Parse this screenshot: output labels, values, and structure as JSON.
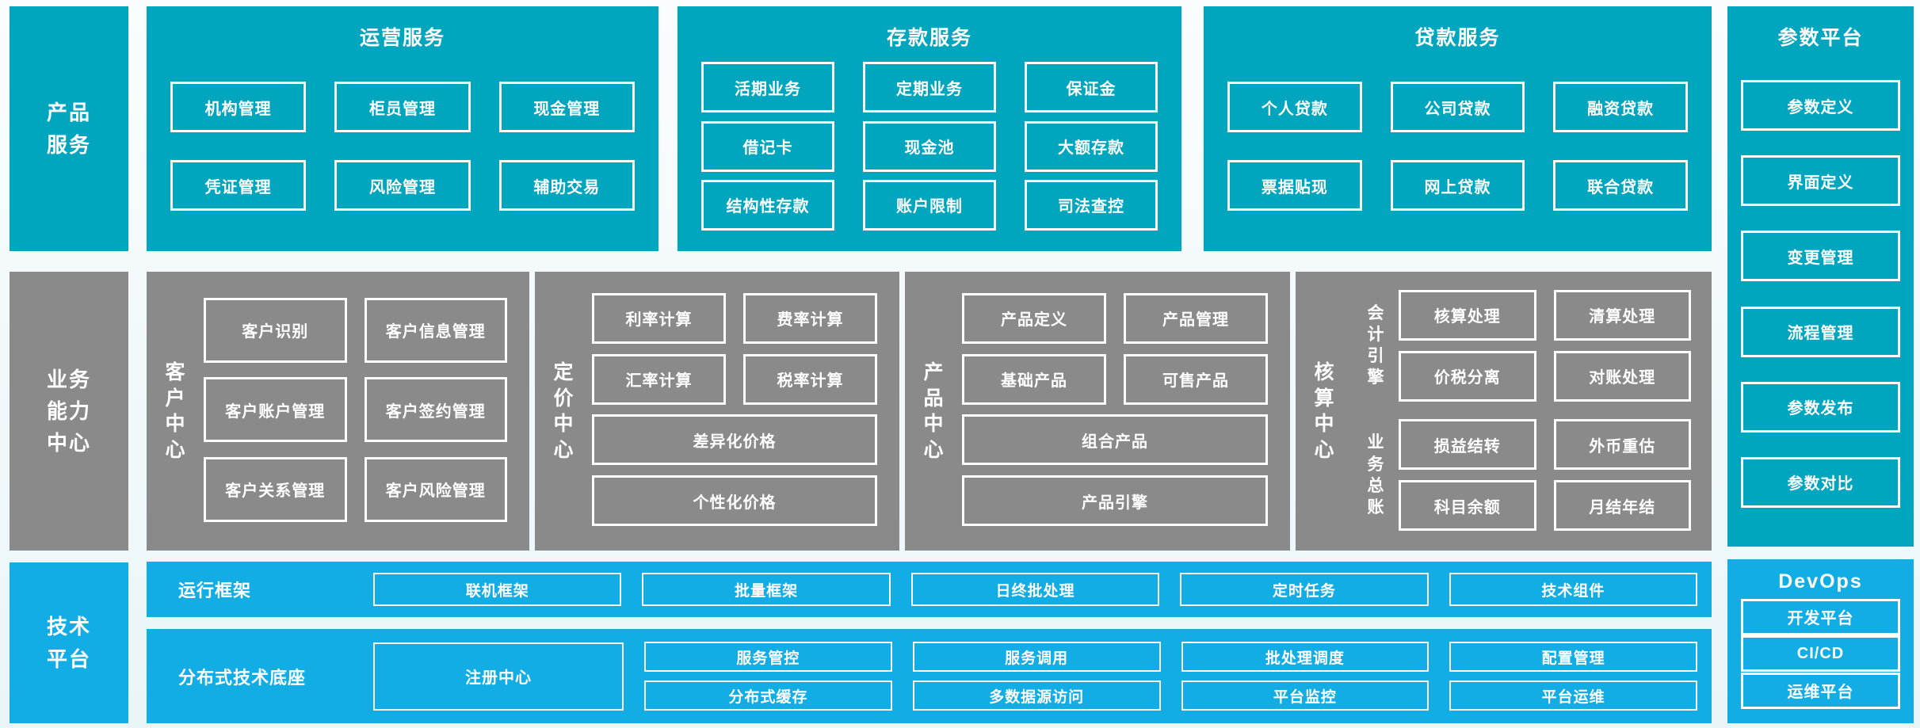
{
  "colors": {
    "teal": "#00a6be",
    "gray": "#8a8a8a",
    "blue": "#13ade6",
    "box_border": "#ffffff"
  },
  "left_rail": [
    {
      "id": "product-services",
      "lines": [
        "产品",
        "服务"
      ]
    },
    {
      "id": "business-capability-center",
      "lines": [
        "业务",
        "能力",
        "中心"
      ]
    },
    {
      "id": "technology-platform",
      "lines": [
        "技术",
        "平台"
      ]
    }
  ],
  "top_row": [
    {
      "id": "operations-services",
      "title": "运营服务",
      "rows": [
        [
          "机构管理",
          "柜员管理",
          "现金管理"
        ],
        [
          "凭证管理",
          "风险管理",
          "辅助交易"
        ]
      ]
    },
    {
      "id": "deposit-services",
      "title": "存款服务",
      "rows": [
        [
          "活期业务",
          "定期业务",
          "保证金"
        ],
        [
          "借记卡",
          "现金池",
          "大额存款"
        ],
        [
          "结构性存款",
          "账户限制",
          "司法查控"
        ]
      ]
    },
    {
      "id": "loan-services",
      "title": "贷款服务",
      "rows": [
        [
          "个人贷款",
          "公司贷款",
          "融资贷款"
        ],
        [
          "票据贴现",
          "网上贷款",
          "联合贷款"
        ]
      ]
    }
  ],
  "middle_row": [
    {
      "id": "customer-center",
      "title": "客户中心",
      "rows": [
        [
          "客户识别",
          "客户信息管理"
        ],
        [
          "客户账户管理",
          "客户签约管理"
        ],
        [
          "客户关系管理",
          "客户风险管理"
        ]
      ]
    },
    {
      "id": "pricing-center",
      "title": "定价中心",
      "rows": [
        [
          "利率计算",
          "费率计算"
        ],
        [
          "汇率计算",
          "税率计算"
        ],
        [
          "差异化价格"
        ],
        [
          "个性化价格"
        ]
      ]
    },
    {
      "id": "product-center",
      "title": "产品中心",
      "rows": [
        [
          "产品定义",
          "产品管理"
        ],
        [
          "基础产品",
          "可售产品"
        ],
        [
          "组合产品"
        ],
        [
          "产品引擎"
        ]
      ]
    },
    {
      "id": "accounting-center",
      "title": "核算中心",
      "groups": [
        {
          "label": "会计引擎",
          "rows": [
            [
              "核算处理",
              "清算处理"
            ],
            [
              "价税分离",
              "对账处理"
            ]
          ]
        },
        {
          "label": "业务总账",
          "rows": [
            [
              "损益结转",
              "外币重估"
            ],
            [
              "科目余额",
              "月结年结"
            ]
          ]
        }
      ]
    }
  ],
  "right_rail": {
    "parameter_platform": {
      "title": "参数平台",
      "items": [
        "参数定义",
        "界面定义",
        "变更管理",
        "流程管理",
        "参数发布",
        "参数对比"
      ]
    },
    "devops": {
      "title": "DevOps",
      "items": [
        "开发平台",
        "CI/CD",
        "运维平台"
      ]
    }
  },
  "bottom_rows": [
    {
      "id": "runtime-framework",
      "label": "运行框架",
      "items": [
        "联机框架",
        "批量框架",
        "日终批处理",
        "定时任务",
        "技术组件"
      ]
    },
    {
      "id": "distributed-tech-base",
      "label": "分布式技术底座",
      "feature": "注册中心",
      "grid": [
        [
          "服务管控",
          "服务调用",
          "批处理调度",
          "配置管理"
        ],
        [
          "分布式缓存",
          "多数据源访问",
          "平台监控",
          "平台运维"
        ]
      ]
    }
  ]
}
